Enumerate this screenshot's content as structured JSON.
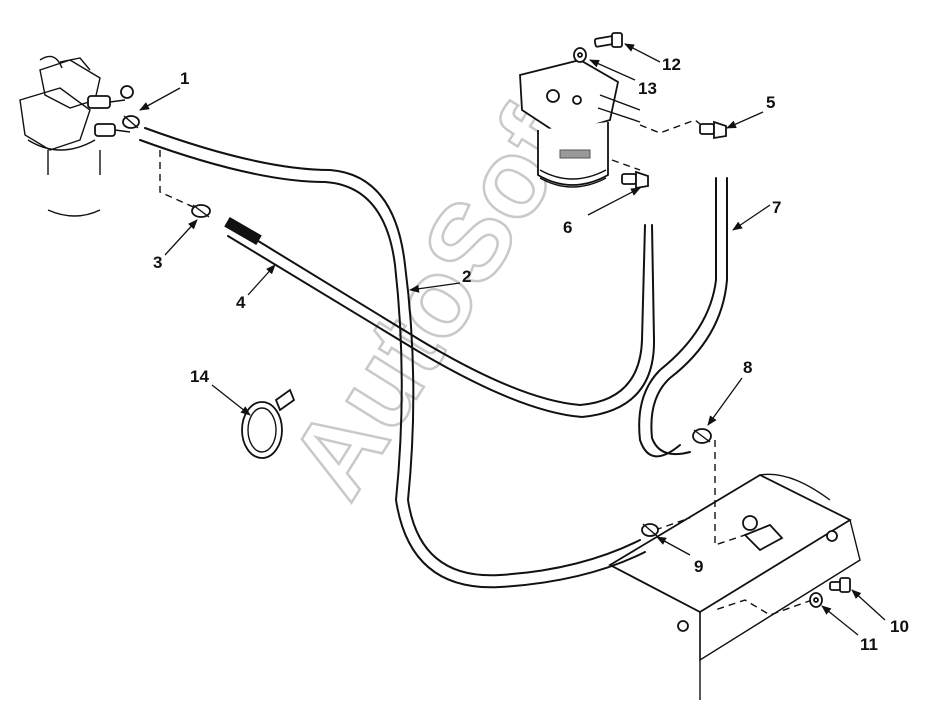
{
  "watermark": {
    "text": "AutoSoft"
  },
  "callouts": [
    {
      "id": "1",
      "label": "1"
    },
    {
      "id": "2",
      "label": "2"
    },
    {
      "id": "3",
      "label": "3"
    },
    {
      "id": "4",
      "label": "4"
    },
    {
      "id": "5",
      "label": "5"
    },
    {
      "id": "6",
      "label": "6"
    },
    {
      "id": "7",
      "label": "7"
    },
    {
      "id": "8",
      "label": "8"
    },
    {
      "id": "9",
      "label": "9"
    },
    {
      "id": "10",
      "label": "10"
    },
    {
      "id": "11",
      "label": "11"
    },
    {
      "id": "12",
      "label": "12"
    },
    {
      "id": "13",
      "label": "13"
    },
    {
      "id": "14",
      "label": "14"
    }
  ]
}
